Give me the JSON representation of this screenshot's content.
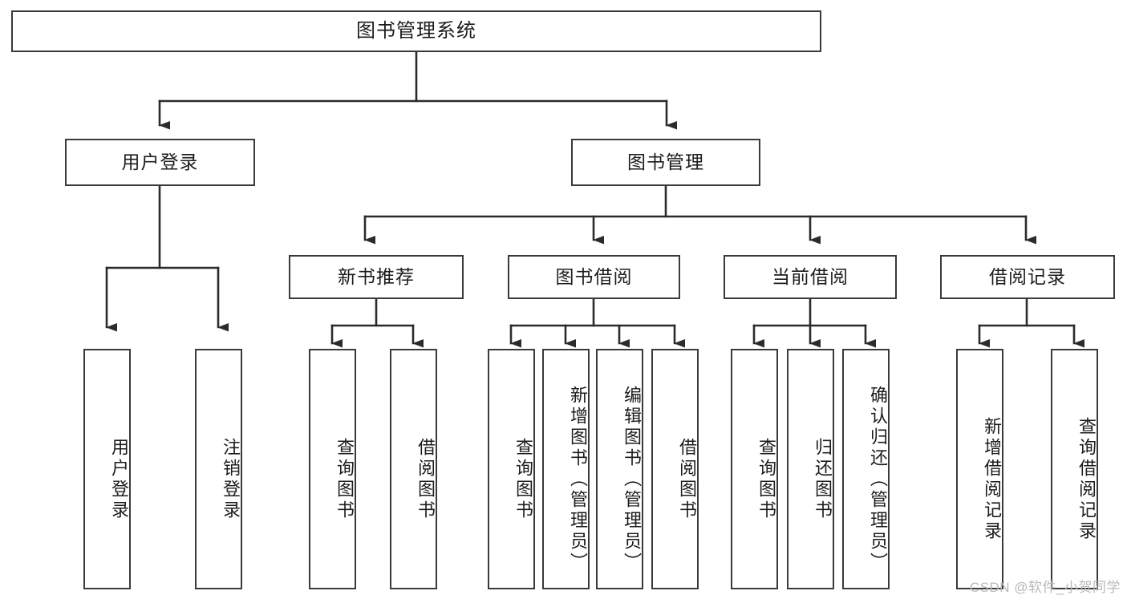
{
  "diagram": {
    "type": "tree",
    "title": "图书管理系统",
    "root": {
      "id": "root",
      "label": "图书管理系统"
    },
    "level1": [
      {
        "id": "user-login",
        "label": "用户登录"
      },
      {
        "id": "book-manage",
        "label": "图书管理"
      }
    ],
    "level2": [
      {
        "id": "new-book-rec",
        "label": "新书推荐",
        "parent": "book-manage"
      },
      {
        "id": "book-borrow",
        "label": "图书借阅",
        "parent": "book-manage"
      },
      {
        "id": "current-borrow",
        "label": "当前借阅",
        "parent": "book-manage"
      },
      {
        "id": "borrow-record",
        "label": "借阅记录",
        "parent": "book-manage"
      }
    ],
    "leaves": [
      {
        "id": "leaf-user-login",
        "label": "用户登录",
        "parent": "user-login"
      },
      {
        "id": "leaf-user-logout",
        "label": "注销登录",
        "parent": "user-login"
      },
      {
        "id": "leaf-rec-query-book",
        "label": "查询图书",
        "parent": "new-book-rec"
      },
      {
        "id": "leaf-rec-borrow-book",
        "label": "借阅图书",
        "parent": "new-book-rec"
      },
      {
        "id": "leaf-borrow-query-book",
        "label": "查询图书",
        "parent": "book-borrow"
      },
      {
        "id": "leaf-borrow-add-book",
        "label": "新增图书（管理员）",
        "parent": "book-borrow"
      },
      {
        "id": "leaf-borrow-edit-book",
        "label": "编辑图书（管理员）",
        "parent": "book-borrow"
      },
      {
        "id": "leaf-borrow-borrow-book",
        "label": "借阅图书",
        "parent": "book-borrow"
      },
      {
        "id": "leaf-current-query-book",
        "label": "查询图书",
        "parent": "current-borrow"
      },
      {
        "id": "leaf-current-return-book",
        "label": "归还图书",
        "parent": "current-borrow"
      },
      {
        "id": "leaf-current-confirm-return",
        "label": "确认归还（管理员）",
        "parent": "current-borrow"
      },
      {
        "id": "leaf-record-add",
        "label": "新增借阅记录",
        "parent": "borrow-record"
      },
      {
        "id": "leaf-record-query",
        "label": "查询借阅记录",
        "parent": "borrow-record"
      }
    ],
    "colors": {
      "box_border": "#3a3a3a",
      "box_fill": "#ffffff",
      "connector": "#2b2b2b",
      "text": "#1c1c1c",
      "watermark": "#b9b9b9",
      "background": "#ffffff"
    }
  },
  "watermark": {
    "text": "CSDN @软件_小贺同学"
  }
}
